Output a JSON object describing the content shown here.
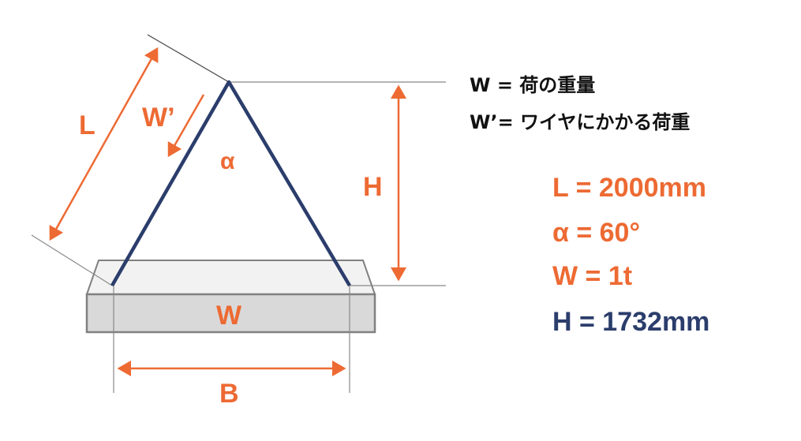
{
  "colors": {
    "accent": "#ED6A33",
    "wire": "#2B3D6B",
    "block_top": "#F2F2F2",
    "block_front": "#D9D9D9",
    "outline": "#808080"
  },
  "labels": {
    "L": "L",
    "W_prime": "W’",
    "alpha": "α",
    "H": "H",
    "W": "W",
    "B": "B"
  },
  "legend": {
    "w_def": "W = 荷の重量",
    "w_prime_def": "W’= ワイヤにかかる荷重"
  },
  "values": {
    "L": "L = 2000mm",
    "alpha": "α = 60°",
    "W": "W = 1t",
    "H": "H = 1732mm"
  }
}
